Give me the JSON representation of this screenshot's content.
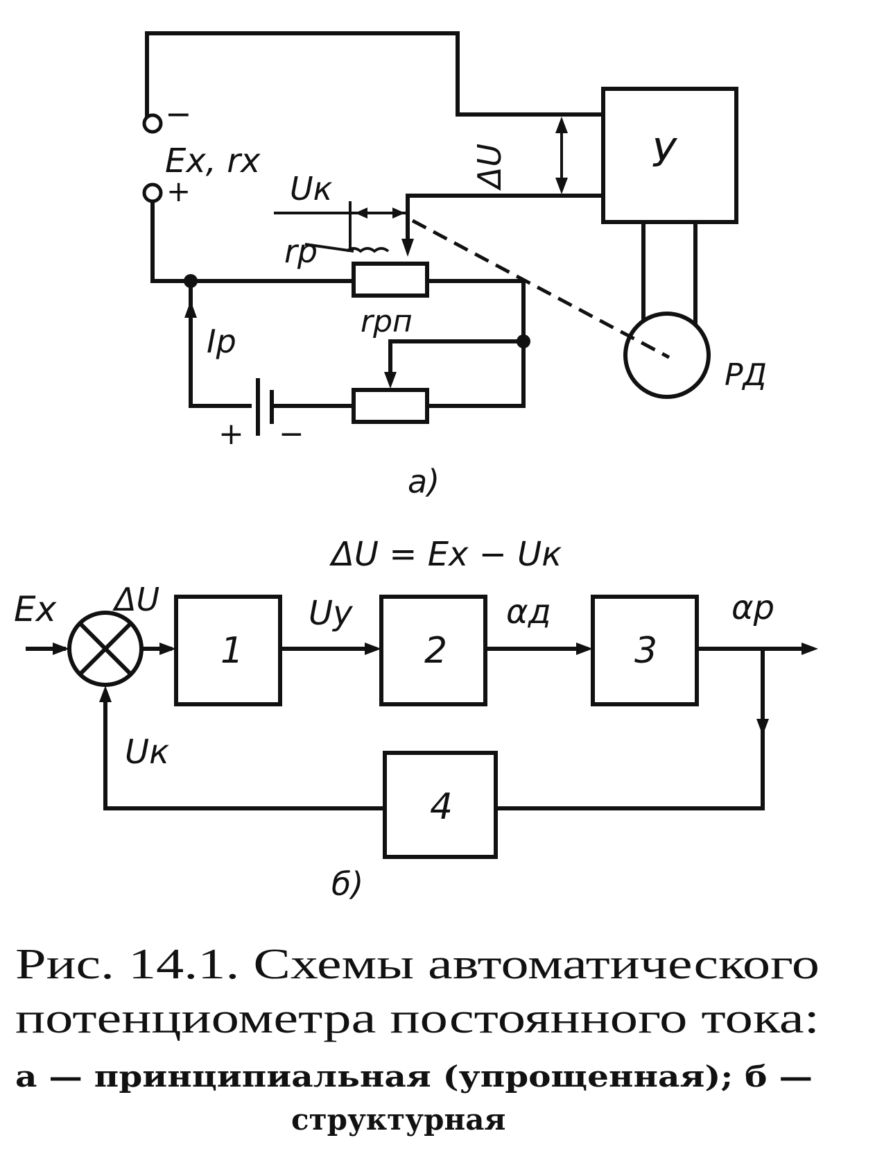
{
  "schematic": {
    "minus_terminal": "−",
    "plus_terminal": "+",
    "source_label": "Ex, rx",
    "compensating_voltage": "Uк",
    "slidewire_resistance": "rр",
    "adjusting_resistance": "rрп",
    "working_current": "Iр",
    "delta_u": "ΔU",
    "amplifier": "У",
    "motor": "РД",
    "battery_plus": "+",
    "battery_minus": "−",
    "sublabel": "а)"
  },
  "block_diagram": {
    "equation": "ΔU = Eх − Uк",
    "input": "Eх",
    "error": "ΔU",
    "amp_output": "Uу",
    "motor_angle": "αд",
    "output": "αр",
    "feedback": "Uк",
    "blocks": [
      "1",
      "2",
      "3",
      "4"
    ],
    "sublabel": "б)"
  },
  "caption": {
    "line1": "Рис. 14.1. Схемы автоматического",
    "line2": "потенциометра постоянного тока:",
    "line3": "а — принципиальная (упрощенная); б —",
    "line4": "структурная"
  }
}
